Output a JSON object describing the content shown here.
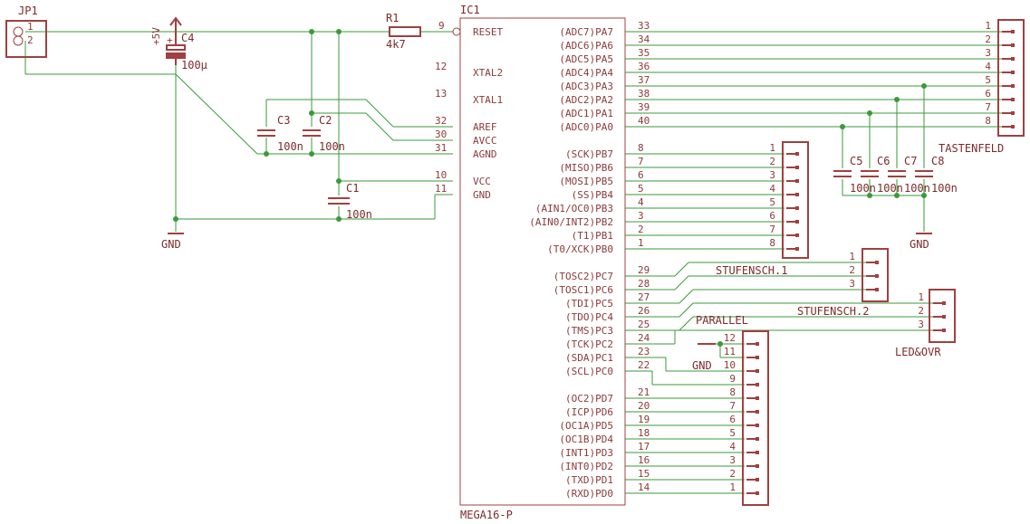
{
  "jp1": {
    "name": "JP1",
    "pins": [
      "1",
      "2"
    ]
  },
  "supply": {
    "vcc_label": "+5V",
    "gnd_label": "GND"
  },
  "caps": {
    "c4": {
      "name": "C4",
      "value": "100µ"
    },
    "c3": {
      "name": "C3",
      "value": "100n"
    },
    "c2": {
      "name": "C2",
      "value": "100n"
    },
    "c1": {
      "name": "C1",
      "value": "100n"
    },
    "c5": {
      "name": "C5",
      "value": "100n"
    },
    "c6": {
      "name": "C6",
      "value": "100n"
    },
    "c7": {
      "name": "C7",
      "value": "100n"
    },
    "c8": {
      "name": "C8",
      "value": "100n"
    }
  },
  "r1": {
    "name": "R1",
    "value": "4k7"
  },
  "ic1": {
    "name": "IC1",
    "value": "MEGA16-P",
    "left_pins": [
      {
        "num": "9",
        "label": "RESET"
      },
      {
        "num": "12",
        "label": "XTAL2"
      },
      {
        "num": "13",
        "label": "XTAL1"
      },
      {
        "num": "32",
        "label": "AREF"
      },
      {
        "num": "30",
        "label": "AVCC"
      },
      {
        "num": "31",
        "label": "AGND"
      },
      {
        "num": "10",
        "label": "VCC"
      },
      {
        "num": "11",
        "label": "GND"
      }
    ],
    "right_pins": [
      {
        "num": "33",
        "label": "(ADC7)PA7"
      },
      {
        "num": "34",
        "label": "(ADC6)PA6"
      },
      {
        "num": "35",
        "label": "(ADC5)PA5"
      },
      {
        "num": "36",
        "label": "(ADC4)PA4"
      },
      {
        "num": "37",
        "label": "(ADC3)PA3"
      },
      {
        "num": "38",
        "label": "(ADC2)PA2"
      },
      {
        "num": "39",
        "label": "(ADC1)PA1"
      },
      {
        "num": "40",
        "label": "(ADC0)PA0"
      },
      {
        "num": "8",
        "label": "(SCK)PB7"
      },
      {
        "num": "7",
        "label": "(MISO)PB6"
      },
      {
        "num": "6",
        "label": "(MOSI)PB5"
      },
      {
        "num": "5",
        "label": "(SS)PB4"
      },
      {
        "num": "4",
        "label": "(AIN1/OC0)PB3"
      },
      {
        "num": "3",
        "label": "(AIN0/INT2)PB2"
      },
      {
        "num": "2",
        "label": "(T1)PB1"
      },
      {
        "num": "1",
        "label": "(T0/XCK)PB0"
      },
      {
        "num": "29",
        "label": "(TOSC2)PC7"
      },
      {
        "num": "28",
        "label": "(TOSC1)PC6"
      },
      {
        "num": "27",
        "label": "(TDI)PC5"
      },
      {
        "num": "26",
        "label": "(TDO)PC4"
      },
      {
        "num": "25",
        "label": "(TMS)PC3"
      },
      {
        "num": "24",
        "label": "(TCK)PC2"
      },
      {
        "num": "23",
        "label": "(SDA)PC1"
      },
      {
        "num": "22",
        "label": "(SCL)PC0"
      },
      {
        "num": "21",
        "label": "(OC2)PD7"
      },
      {
        "num": "20",
        "label": "(ICP)PD6"
      },
      {
        "num": "19",
        "label": "(OC1A)PD5"
      },
      {
        "num": "18",
        "label": "(OC1B)PD4"
      },
      {
        "num": "17",
        "label": "(INT1)PD3"
      },
      {
        "num": "16",
        "label": "(INT0)PD2"
      },
      {
        "num": "15",
        "label": "(TXD)PD1"
      },
      {
        "num": "14",
        "label": "(RXD)PD0"
      }
    ]
  },
  "tastenfeld": {
    "name": "TASTENFELD",
    "pins": [
      "1",
      "2",
      "3",
      "4",
      "5",
      "6",
      "7",
      "8"
    ]
  },
  "portb_header": {
    "pins": [
      "1",
      "2",
      "3",
      "4",
      "5",
      "6",
      "7",
      "8"
    ]
  },
  "stufensch1": {
    "name": "STUFENSCH.1",
    "pins": [
      "1",
      "2",
      "3"
    ]
  },
  "stufensch2": {
    "name": "STUFENSCH.2",
    "pins": [
      "1",
      "2",
      "3"
    ]
  },
  "ledovr": {
    "name": "LED&OVR",
    "pins": [
      "1",
      "2",
      "3"
    ]
  },
  "parallel": {
    "name": "PARALLEL",
    "gnd_label": "GND",
    "pins": [
      "12",
      "11",
      "10",
      "9",
      "8",
      "7",
      "6",
      "5",
      "4",
      "3",
      "2",
      "1"
    ]
  }
}
